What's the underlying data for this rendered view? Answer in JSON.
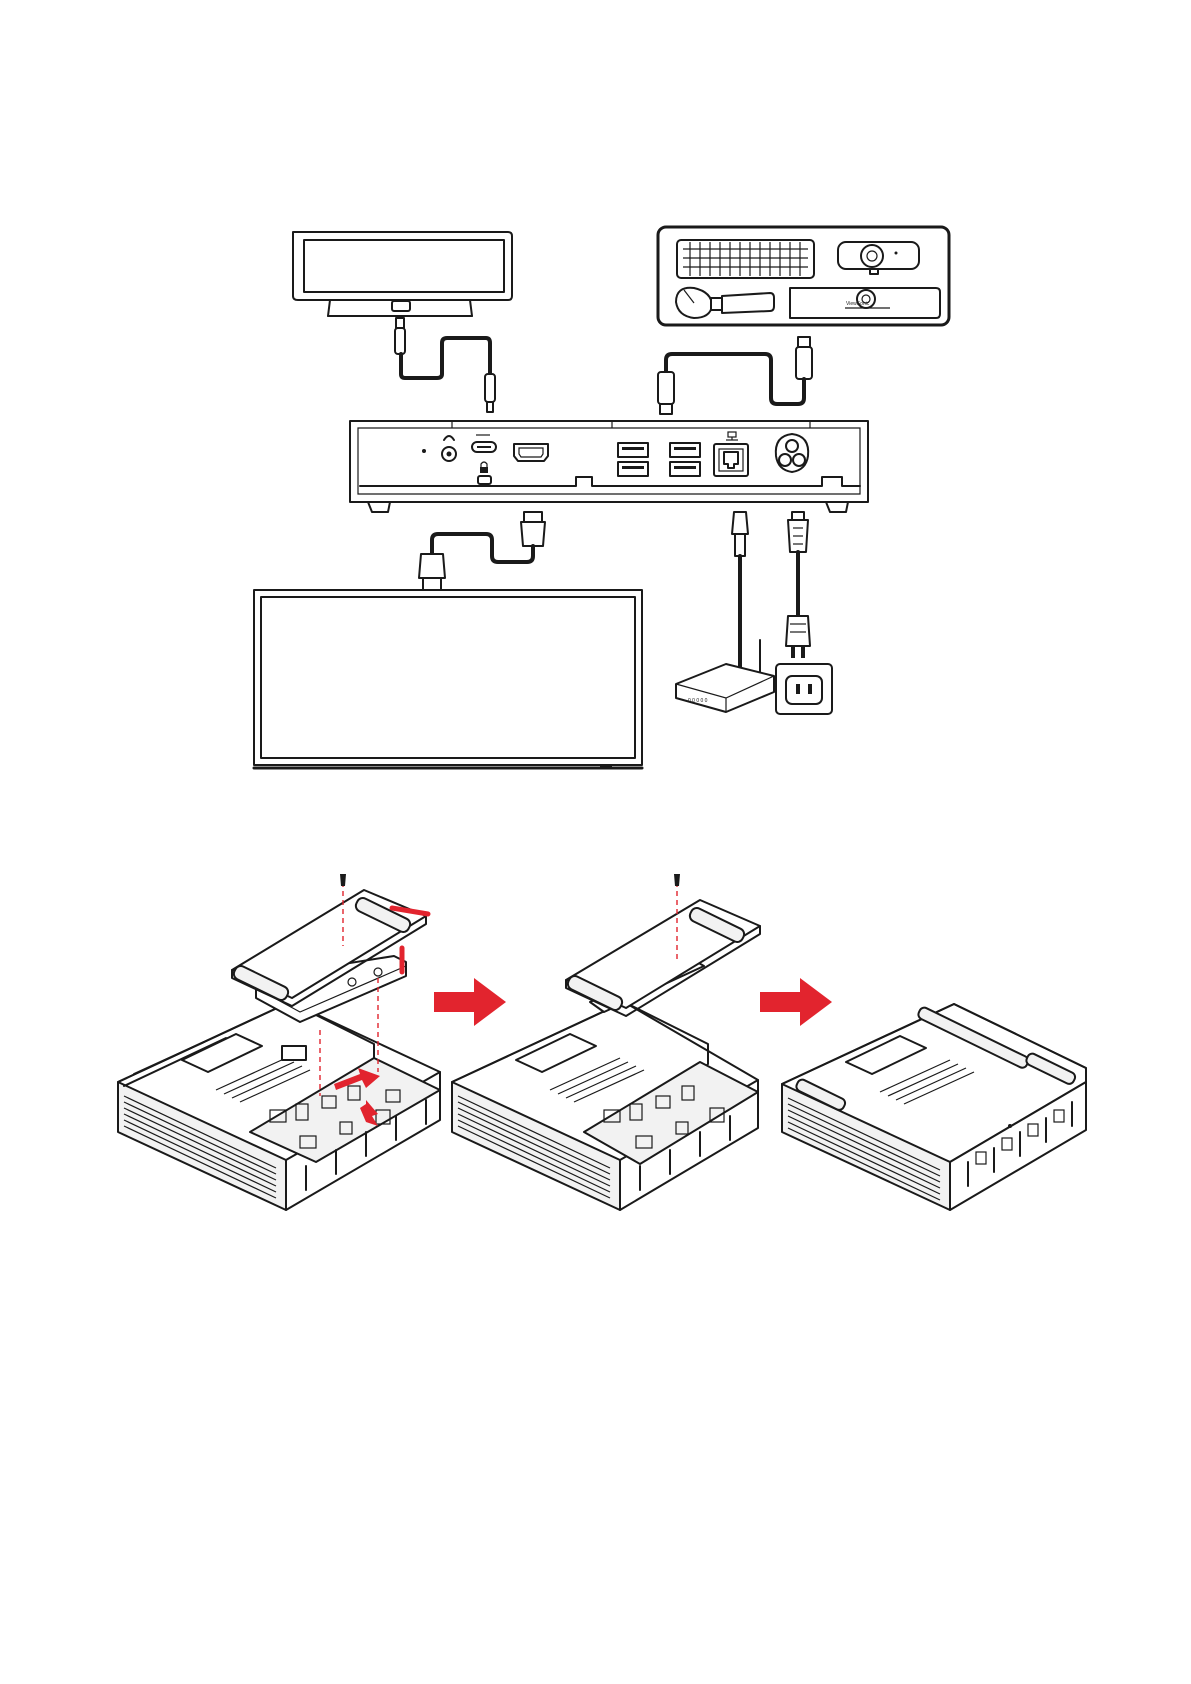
{
  "figure_top": {
    "description_label": "",
    "devices": {
      "touch_controller": "touch-controller-icon",
      "peripherals": [
        "keyboard-icon",
        "mouse-icon",
        "usb-dongle-icon",
        "webcam-icon",
        "soundbar-icon"
      ],
      "mini_pc_ports": [
        "audio-jack-icon",
        "usb-c-port-icon",
        "lock-slot-icon",
        "hdmi-port-icon",
        "usb-a-port-icon",
        "ethernet-port-icon",
        "power-port-icon"
      ],
      "display": "display-icon",
      "router": "router-icon",
      "wall_outlet": "outlet-icon"
    },
    "router_leds": "0 0 0 0 0"
  },
  "figure_bottom": {
    "steps": [
      "step-1",
      "step-2",
      "step-3"
    ],
    "arrow_color": "#e2242e",
    "line_color": "#1a1a1a"
  }
}
